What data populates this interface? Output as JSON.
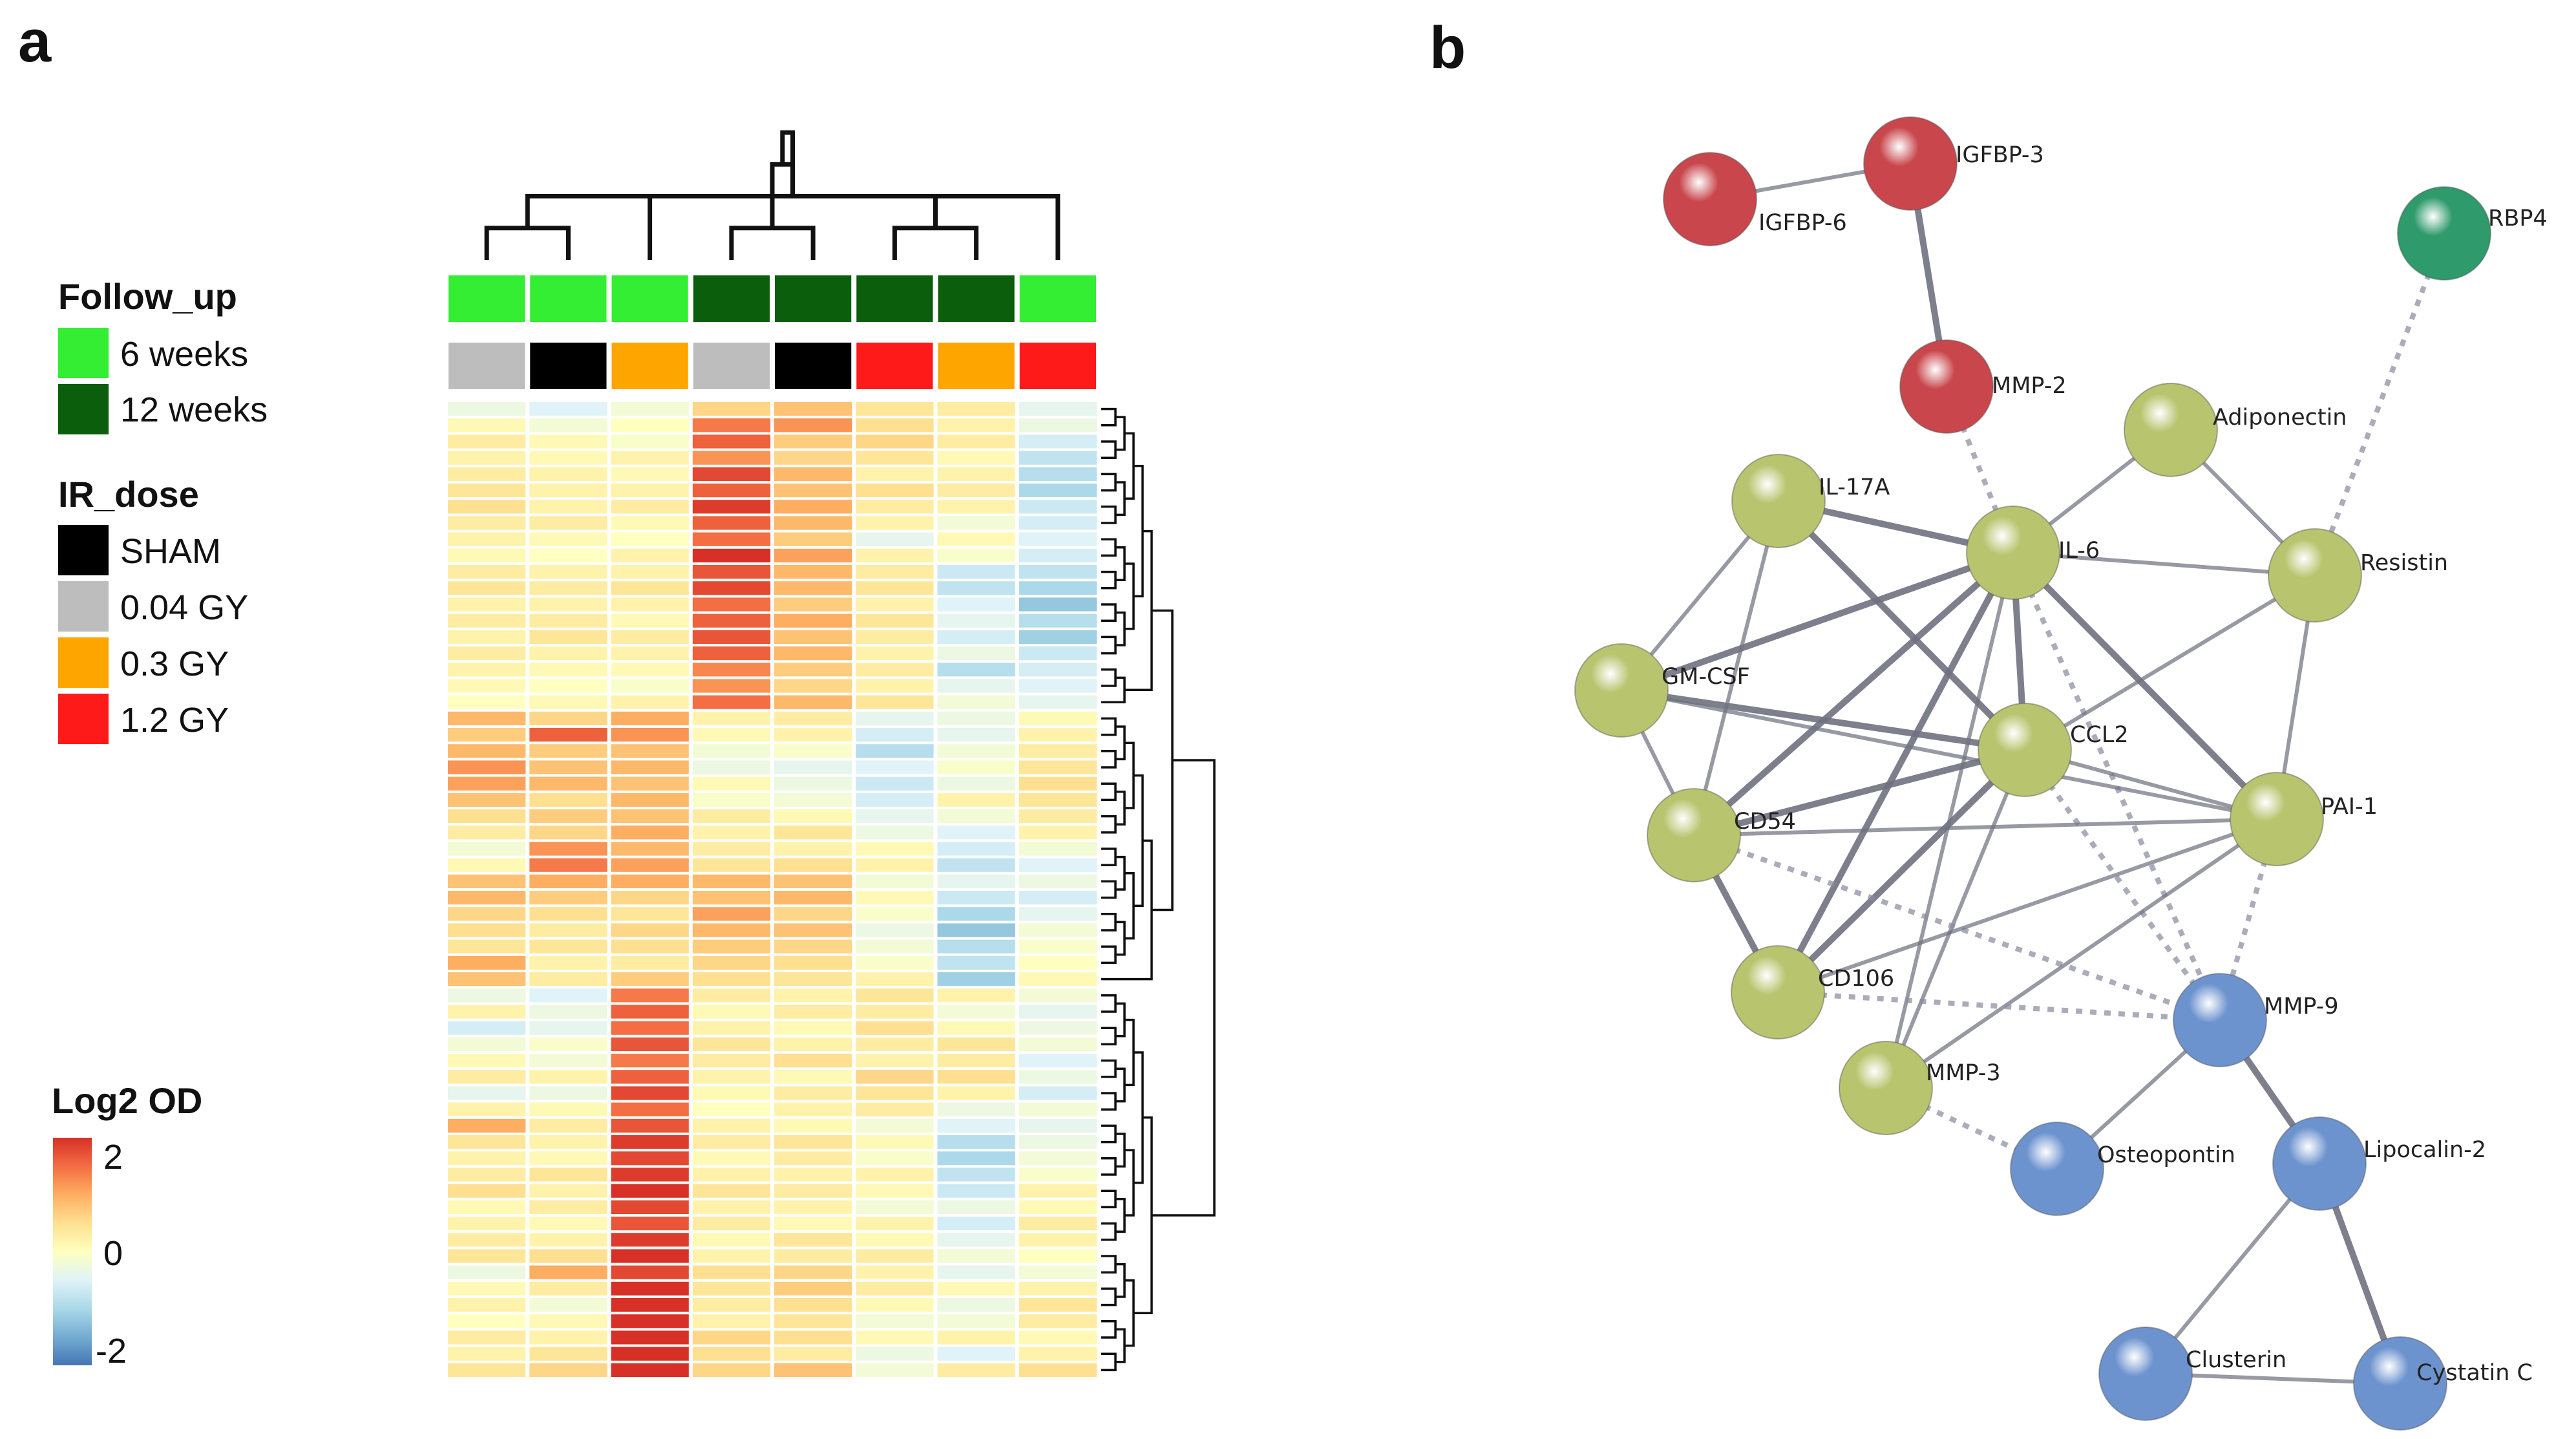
{
  "panels": {
    "a": "a",
    "b": "b"
  },
  "legend": {
    "follow_up": {
      "title": "Follow_up",
      "items": [
        {
          "label": "6 weeks",
          "color": "#33ee33"
        },
        {
          "label": "12 weeks",
          "color": "#0b5e0b"
        }
      ]
    },
    "ir_dose": {
      "title": "IR_dose",
      "items": [
        {
          "label": "SHAM",
          "color": "#000000"
        },
        {
          "label": "0.04 GY",
          "color": "#bdbdbd"
        },
        {
          "label": "0.3 GY",
          "color": "#ffa500"
        },
        {
          "label": "1.2 GY",
          "color": "#ff1a1a"
        }
      ]
    },
    "colorbar": {
      "title": "Log2 OD",
      "ticks": [
        "2",
        "0",
        "-2"
      ],
      "range": [
        -2,
        2
      ],
      "colors": [
        "#d73027",
        "#f46d43",
        "#fdae61",
        "#fee090",
        "#ffffbf",
        "#e0f3f8",
        "#abd9e9",
        "#74add1",
        "#4575b4"
      ]
    }
  },
  "chart_data": [
    {
      "type": "heatmap",
      "panel": "a",
      "value_label": "Log2 OD",
      "color_range": [
        -2,
        2
      ],
      "columns": [
        {
          "follow_up": "6 weeks",
          "ir_dose": "0.04 GY"
        },
        {
          "follow_up": "6 weeks",
          "ir_dose": "SHAM"
        },
        {
          "follow_up": "6 weeks",
          "ir_dose": "0.3 GY"
        },
        {
          "follow_up": "12 weeks",
          "ir_dose": "0.04 GY"
        },
        {
          "follow_up": "12 weeks",
          "ir_dose": "SHAM"
        },
        {
          "follow_up": "12 weeks",
          "ir_dose": "1.2 GY"
        },
        {
          "follow_up": "12 weeks",
          "ir_dose": "0.3 GY"
        },
        {
          "follow_up": "6 weeks",
          "ir_dose": "1.2 GY"
        }
      ],
      "column_dendrogram": [
        [
          0,
          1
        ],
        [
          3,
          4
        ],
        [
          5,
          6
        ],
        [
          8,
          7
        ],
        [
          2,
          10
        ],
        [
          9,
          11
        ],
        [
          12,
          13
        ]
      ],
      "row_count": 60,
      "row_dendrogram_blocks": [
        19,
        17,
        24
      ],
      "values": [
        [
          -0.3,
          -0.5,
          -0.2,
          0.6,
          0.8,
          0.4,
          0.3,
          -0.4
        ],
        [
          0.1,
          -0.2,
          0.0,
          1.4,
          1.2,
          0.5,
          0.2,
          -0.3
        ],
        [
          0.3,
          0.1,
          -0.1,
          1.6,
          0.7,
          0.6,
          0.3,
          -0.6
        ],
        [
          0.2,
          0.1,
          0.2,
          1.2,
          0.6,
          0.4,
          0.1,
          -0.8
        ],
        [
          0.3,
          0.2,
          0.1,
          1.8,
          0.9,
          0.2,
          0.2,
          -0.9
        ],
        [
          0.4,
          0.2,
          0.2,
          1.6,
          0.8,
          0.5,
          0.3,
          -1.0
        ],
        [
          0.5,
          0.2,
          0.3,
          1.9,
          1.0,
          0.3,
          0.2,
          -0.7
        ],
        [
          0.3,
          0.3,
          0.1,
          1.6,
          0.9,
          0.2,
          -0.2,
          -0.6
        ],
        [
          0.2,
          0.1,
          0.0,
          1.5,
          0.7,
          -0.4,
          0.1,
          -0.5
        ],
        [
          0.1,
          0.0,
          0.2,
          2.0,
          1.1,
          0.2,
          -0.1,
          -0.6
        ],
        [
          0.3,
          0.2,
          0.2,
          1.7,
          0.9,
          0.3,
          -0.7,
          -0.8
        ],
        [
          0.4,
          0.3,
          0.4,
          1.8,
          0.9,
          0.4,
          -0.8,
          -1.0
        ],
        [
          0.2,
          0.2,
          0.2,
          1.5,
          0.7,
          0.2,
          -0.5,
          -1.2
        ],
        [
          0.3,
          0.3,
          0.1,
          1.6,
          1.0,
          0.4,
          -0.4,
          -0.9
        ],
        [
          0.2,
          0.4,
          0.3,
          1.7,
          0.8,
          0.3,
          -0.6,
          -1.1
        ],
        [
          0.3,
          0.2,
          0.2,
          1.6,
          0.9,
          0.2,
          -0.3,
          -0.7
        ],
        [
          0.2,
          0.1,
          0.1,
          1.3,
          0.7,
          0.3,
          -0.9,
          -0.6
        ],
        [
          0.1,
          0.0,
          -0.1,
          1.2,
          0.6,
          0.2,
          -0.4,
          -0.5
        ],
        [
          0.0,
          0.1,
          0.2,
          1.5,
          0.9,
          0.4,
          -0.2,
          -0.4
        ],
        [
          0.9,
          0.6,
          1.0,
          0.2,
          0.3,
          -0.4,
          -0.3,
          0.1
        ],
        [
          0.7,
          1.6,
          1.2,
          0.1,
          0.2,
          -0.6,
          -0.4,
          0.2
        ],
        [
          0.9,
          0.7,
          0.8,
          -0.2,
          -0.1,
          -0.9,
          -0.2,
          0.3
        ],
        [
          1.2,
          0.8,
          0.9,
          -0.3,
          -0.4,
          -0.5,
          -0.1,
          0.4
        ],
        [
          1.1,
          0.9,
          0.8,
          0.1,
          -0.3,
          -0.7,
          -0.3,
          0.5
        ],
        [
          0.8,
          0.5,
          0.9,
          -0.1,
          -0.2,
          -0.6,
          0.2,
          0.4
        ],
        [
          0.5,
          0.7,
          0.8,
          0.3,
          0.1,
          -0.4,
          -0.2,
          0.3
        ],
        [
          0.3,
          0.6,
          1.0,
          0.2,
          0.4,
          -0.3,
          -0.5,
          0.2
        ],
        [
          -0.2,
          1.2,
          0.9,
          0.3,
          0.2,
          0.1,
          -0.6,
          -0.2
        ],
        [
          0.1,
          1.4,
          1.1,
          0.4,
          0.5,
          0.2,
          -0.8,
          -0.5
        ],
        [
          0.8,
          1.0,
          1.0,
          0.9,
          0.8,
          -0.2,
          -0.4,
          -0.3
        ],
        [
          0.9,
          0.7,
          0.6,
          0.8,
          0.9,
          0.1,
          -0.7,
          -0.6
        ],
        [
          0.6,
          0.5,
          0.4,
          1.1,
          0.6,
          -0.1,
          -1.0,
          -0.4
        ],
        [
          0.5,
          0.3,
          0.6,
          0.9,
          0.8,
          -0.3,
          -1.2,
          -0.2
        ],
        [
          0.4,
          0.4,
          0.5,
          0.7,
          0.6,
          -0.2,
          -0.9,
          -0.1
        ],
        [
          1.0,
          0.2,
          0.3,
          0.6,
          0.5,
          -0.1,
          -0.8,
          0.0
        ],
        [
          0.8,
          0.3,
          0.7,
          0.5,
          0.4,
          0.2,
          -1.1,
          0.1
        ],
        [
          -0.3,
          -0.5,
          1.4,
          0.3,
          0.2,
          0.4,
          0.2,
          -0.2
        ],
        [
          0.2,
          -0.3,
          1.6,
          0.1,
          0.3,
          0.3,
          -0.2,
          -0.4
        ],
        [
          -0.6,
          -0.4,
          1.5,
          0.2,
          0.1,
          0.5,
          0.1,
          -0.3
        ],
        [
          -0.2,
          -0.1,
          1.7,
          0.4,
          0.2,
          0.3,
          0.4,
          -0.2
        ],
        [
          0.1,
          -0.2,
          1.4,
          0.3,
          0.5,
          0.2,
          0.3,
          -0.5
        ],
        [
          0.3,
          0.2,
          1.6,
          0.2,
          0.1,
          0.6,
          0.5,
          -0.3
        ],
        [
          -0.4,
          -0.3,
          1.8,
          0.1,
          0.3,
          0.4,
          0.2,
          -0.6
        ],
        [
          0.2,
          0.1,
          1.5,
          0.0,
          0.2,
          0.3,
          -0.3,
          -0.2
        ],
        [
          1.0,
          0.3,
          1.7,
          0.2,
          0.1,
          -0.2,
          -0.5,
          -0.4
        ],
        [
          0.4,
          0.2,
          1.9,
          0.3,
          0.4,
          0.1,
          -0.9,
          -0.3
        ],
        [
          0.2,
          0.1,
          1.8,
          0.1,
          0.3,
          -0.1,
          -1.0,
          -0.2
        ],
        [
          0.3,
          0.4,
          1.9,
          0.2,
          0.2,
          0.2,
          -0.8,
          -0.1
        ],
        [
          0.5,
          0.2,
          2.0,
          0.4,
          0.3,
          0.1,
          -0.7,
          0.2
        ],
        [
          0.1,
          0.3,
          1.8,
          0.2,
          0.2,
          -0.2,
          -0.3,
          0.1
        ],
        [
          0.2,
          0.1,
          1.7,
          0.3,
          0.1,
          0.2,
          -0.6,
          0.3
        ],
        [
          0.3,
          0.2,
          1.9,
          0.1,
          0.4,
          0.1,
          -0.4,
          0.2
        ],
        [
          0.4,
          0.5,
          2.0,
          0.2,
          0.3,
          0.3,
          -0.2,
          0.0
        ],
        [
          -0.3,
          1.0,
          1.8,
          0.5,
          0.6,
          0.2,
          -0.4,
          -0.2
        ],
        [
          0.1,
          0.3,
          2.0,
          0.4,
          0.7,
          0.3,
          0.1,
          0.2
        ],
        [
          0.2,
          -0.2,
          2.0,
          0.3,
          0.5,
          0.1,
          -0.3,
          0.4
        ],
        [
          0.0,
          0.1,
          2.0,
          0.2,
          0.4,
          -0.2,
          -0.2,
          0.3
        ],
        [
          0.3,
          0.2,
          2.0,
          0.6,
          0.5,
          0.1,
          0.2,
          0.1
        ],
        [
          0.2,
          0.4,
          2.0,
          0.5,
          0.3,
          -0.3,
          -0.5,
          0.2
        ],
        [
          0.4,
          0.6,
          2.0,
          0.6,
          0.8,
          -0.2,
          0.3,
          0.5
        ]
      ]
    },
    {
      "type": "network",
      "panel": "b",
      "nodes": [
        {
          "id": "IGFBP-6",
          "label": "IGFBP-6",
          "cluster": "red"
        },
        {
          "id": "IGFBP-3",
          "label": "IGFBP-3",
          "cluster": "red"
        },
        {
          "id": "MMP-2",
          "label": "MMP-2",
          "cluster": "red"
        },
        {
          "id": "RBP4",
          "label": "RBP4",
          "cluster": "green"
        },
        {
          "id": "Adiponectin",
          "label": "Adiponectin",
          "cluster": "olive"
        },
        {
          "id": "IL-17A",
          "label": "IL-17A",
          "cluster": "olive"
        },
        {
          "id": "IL-6",
          "label": "IL-6",
          "cluster": "olive"
        },
        {
          "id": "Resistin",
          "label": "Resistin",
          "cluster": "olive"
        },
        {
          "id": "GM-CSF",
          "label": "GM-CSF",
          "cluster": "olive"
        },
        {
          "id": "CCL2",
          "label": "CCL2",
          "cluster": "olive"
        },
        {
          "id": "CD54",
          "label": "CD54",
          "cluster": "olive"
        },
        {
          "id": "PAI-1",
          "label": "PAI-1",
          "cluster": "olive"
        },
        {
          "id": "CD106",
          "label": "CD106",
          "cluster": "olive"
        },
        {
          "id": "MMP-3",
          "label": "MMP-3",
          "cluster": "olive"
        },
        {
          "id": "MMP-9",
          "label": "MMP-9",
          "cluster": "blue"
        },
        {
          "id": "Osteopontin",
          "label": "Osteopontin",
          "cluster": "blue"
        },
        {
          "id": "Lipocalin-2",
          "label": "Lipocalin-2",
          "cluster": "blue"
        },
        {
          "id": "Clusterin",
          "label": "Clusterin",
          "cluster": "blue"
        },
        {
          "id": "Cystatin C",
          "label": "Cystatin C",
          "cluster": "blue"
        }
      ],
      "edges": [
        {
          "source": "IGFBP-6",
          "target": "IGFBP-3",
          "style": "solid"
        },
        {
          "source": "IGFBP-3",
          "target": "MMP-2",
          "style": "solid",
          "strength": "strong"
        },
        {
          "source": "MMP-2",
          "target": "IL-6",
          "style": "dashed"
        },
        {
          "source": "RBP4",
          "target": "Resistin",
          "style": "dashed"
        },
        {
          "source": "IL-6",
          "target": "Adiponectin",
          "style": "solid"
        },
        {
          "source": "Adiponectin",
          "target": "Resistin",
          "style": "solid"
        },
        {
          "source": "IL-17A",
          "target": "IL-6",
          "style": "solid",
          "strength": "strong"
        },
        {
          "source": "IL-17A",
          "target": "GM-CSF",
          "style": "solid"
        },
        {
          "source": "IL-17A",
          "target": "CD54",
          "style": "solid"
        },
        {
          "source": "IL-17A",
          "target": "CCL2",
          "style": "solid",
          "strength": "strong"
        },
        {
          "source": "IL-6",
          "target": "Resistin",
          "style": "solid"
        },
        {
          "source": "IL-6",
          "target": "GM-CSF",
          "style": "solid",
          "strength": "strong"
        },
        {
          "source": "IL-6",
          "target": "CCL2",
          "style": "solid",
          "strength": "strong"
        },
        {
          "source": "IL-6",
          "target": "CD54",
          "style": "solid",
          "strength": "strong"
        },
        {
          "source": "IL-6",
          "target": "PAI-1",
          "style": "solid",
          "strength": "strong"
        },
        {
          "source": "IL-6",
          "target": "CD106",
          "style": "solid",
          "strength": "strong"
        },
        {
          "source": "IL-6",
          "target": "MMP-3",
          "style": "solid"
        },
        {
          "source": "IL-6",
          "target": "MMP-9",
          "style": "dashed"
        },
        {
          "source": "Resistin",
          "target": "PAI-1",
          "style": "solid"
        },
        {
          "source": "Resistin",
          "target": "CCL2",
          "style": "solid"
        },
        {
          "source": "GM-CSF",
          "target": "CCL2",
          "style": "solid",
          "strength": "strong"
        },
        {
          "source": "GM-CSF",
          "target": "CD54",
          "style": "solid"
        },
        {
          "source": "GM-CSF",
          "target": "PAI-1",
          "style": "solid"
        },
        {
          "source": "CCL2",
          "target": "CD54",
          "style": "solid",
          "strength": "strong"
        },
        {
          "source": "CCL2",
          "target": "CD106",
          "style": "solid",
          "strength": "strong"
        },
        {
          "source": "CCL2",
          "target": "PAI-1",
          "style": "solid"
        },
        {
          "source": "CCL2",
          "target": "MMP-3",
          "style": "solid"
        },
        {
          "source": "CCL2",
          "target": "MMP-9",
          "style": "dashed"
        },
        {
          "source": "CD54",
          "target": "PAI-1",
          "style": "solid"
        },
        {
          "source": "CD54",
          "target": "CD106",
          "style": "solid",
          "strength": "strong"
        },
        {
          "source": "CD54",
          "target": "MMP-9",
          "style": "dashed"
        },
        {
          "source": "PAI-1",
          "target": "CD106",
          "style": "solid"
        },
        {
          "source": "PAI-1",
          "target": "MMP-3",
          "style": "solid"
        },
        {
          "source": "PAI-1",
          "target": "MMP-9",
          "style": "dashed"
        },
        {
          "source": "CD106",
          "target": "MMP-9",
          "style": "dashed"
        },
        {
          "source": "MMP-3",
          "target": "Osteopontin",
          "style": "dashed"
        },
        {
          "source": "MMP-9",
          "target": "Osteopontin",
          "style": "solid"
        },
        {
          "source": "MMP-9",
          "target": "Lipocalin-2",
          "style": "solid",
          "strength": "strong"
        },
        {
          "source": "Lipocalin-2",
          "target": "Clusterin",
          "style": "solid"
        },
        {
          "source": "Lipocalin-2",
          "target": "Cystatin C",
          "style": "solid",
          "strength": "strong"
        },
        {
          "source": "Clusterin",
          "target": "Cystatin C",
          "style": "solid"
        }
      ],
      "cluster_colors": {
        "red": "#c9474c",
        "green": "#2f9a6c",
        "olive": "#b8c46e",
        "blue": "#6d93cf"
      }
    }
  ]
}
